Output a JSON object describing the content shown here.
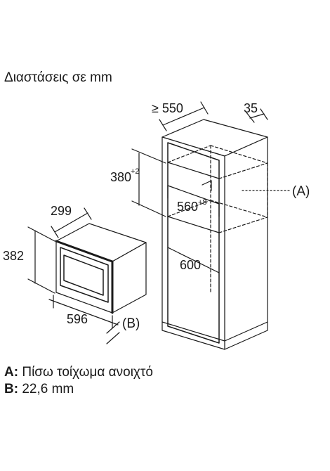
{
  "title": "Διαστάσεις σε mm",
  "dimensions": {
    "niche_depth": "≥ 550",
    "side_offset": "35",
    "niche_height": "380",
    "niche_height_tol": "+2",
    "niche_width": "560",
    "niche_width_tol": "+8",
    "cabinet_depth": "600",
    "unit_depth": "299",
    "unit_height": "382",
    "unit_width": "596"
  },
  "callouts": {
    "a": "(A)",
    "b": "(B)"
  },
  "legend": [
    {
      "key": "A:",
      "text": "Πίσω τοίχωμα ανοιχτό"
    },
    {
      "key": "B:",
      "text": "22,6 mm"
    }
  ]
}
